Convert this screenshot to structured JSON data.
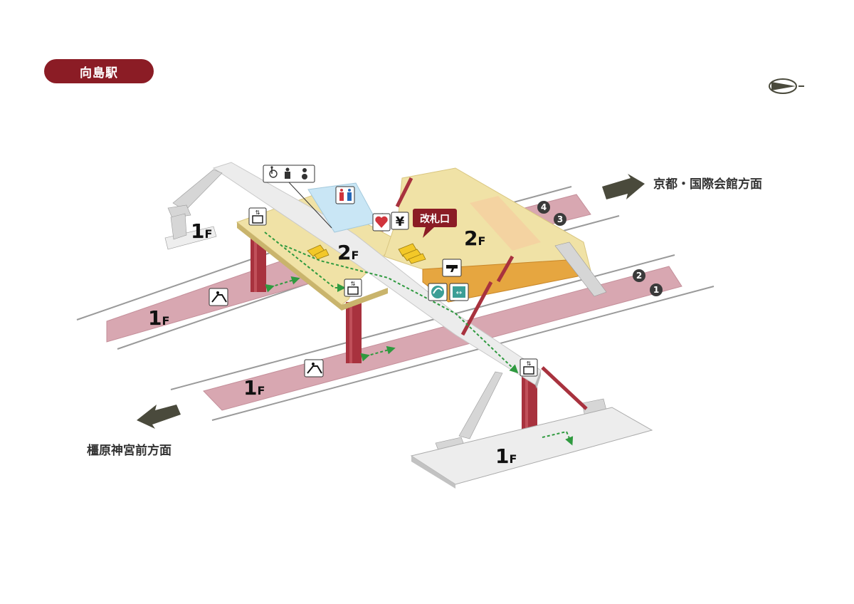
{
  "station": {
    "name": "向島駅"
  },
  "directions": {
    "kyoto": "京都・国際会館方面",
    "kashihara": "橿原神宮前方面"
  },
  "gate": {
    "label": "改札口"
  },
  "floors": {
    "first": "1",
    "second": "2",
    "suffix": "F"
  },
  "platforms": [
    "1",
    "2",
    "3",
    "4"
  ],
  "icons": {
    "accessible_toilet": "wheelchair-icon",
    "ostomate": "ostomate-icon",
    "baby_care": "baby-care-icon",
    "restroom": "restroom-icon",
    "aed": "aed-icon",
    "ticket": "yen-icon",
    "elevator": "elevator-icon",
    "escalator": "escalator-icon",
    "transfer": "transfer-icon",
    "info": "info-icon",
    "waiting_seat": "waiting-seat-icon",
    "compass": "north-arrow-icon"
  },
  "colors": {
    "brand": "#8b1c25",
    "platform": "#d8a7b1",
    "concourse": "#f0e2a6",
    "gate_area": "#e6a640",
    "elevator_shaft": "#a8323e",
    "restroom_zone": "#c9e6f5",
    "route_guide": "#2f9a3f"
  }
}
